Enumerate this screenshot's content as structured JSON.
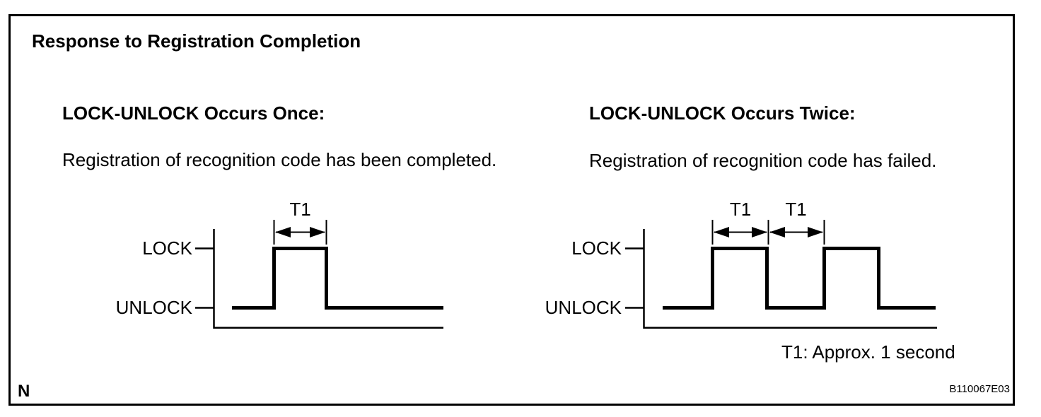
{
  "figure": {
    "title": "Response to Registration Completion",
    "note": "T1: Approx. 1 second",
    "footer_left": "N",
    "figure_code": "B110067E03",
    "ink_color": "#000000",
    "paper_color": "#ffffff"
  },
  "panels": [
    {
      "heading": "LOCK-UNLOCK Occurs Once:",
      "description": "Registration of recognition code has been completed.",
      "high_label": "LOCK",
      "low_label": "UNLOCK",
      "interval_labels": [
        "T1"
      ],
      "pulse_count": 1,
      "signal_sequence": [
        "UNLOCK",
        "LOCK",
        "UNLOCK"
      ]
    },
    {
      "heading": "LOCK-UNLOCK Occurs Twice:",
      "description": "Registration of recognition code has failed.",
      "high_label": "LOCK",
      "low_label": "UNLOCK",
      "interval_labels": [
        "T1",
        "T1"
      ],
      "pulse_count": 2,
      "signal_sequence": [
        "UNLOCK",
        "LOCK",
        "UNLOCK",
        "LOCK",
        "UNLOCK"
      ]
    }
  ]
}
